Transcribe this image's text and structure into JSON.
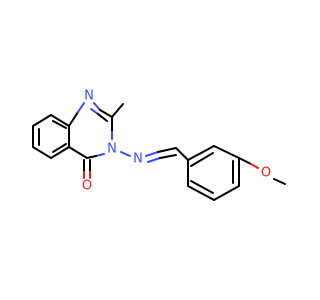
{
  "molecule": {
    "atoms": {
      "n1": "N",
      "n3": "N",
      "n_imine": "N",
      "o_carbonyl": "O",
      "o_methoxy": "O"
    },
    "colors": {
      "bond": "#000000",
      "nitrogen": "#3C4BFF",
      "oxygen": "#FF1A1A",
      "background": "#FFFFFF"
    }
  }
}
